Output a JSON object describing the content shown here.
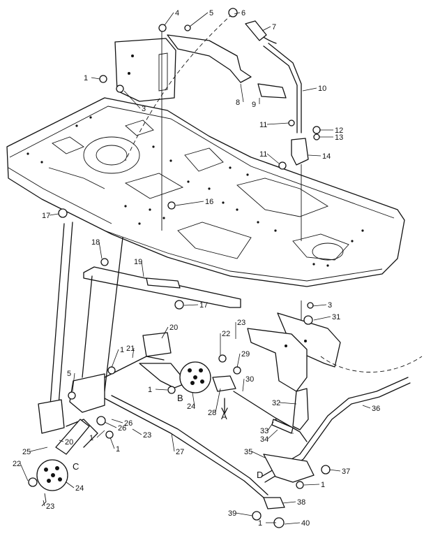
{
  "callouts": [
    "1",
    "3",
    "4",
    "5",
    "6",
    "7",
    "8",
    "9",
    "10",
    "11",
    "11",
    "12",
    "13",
    "14",
    "16",
    "17",
    "17",
    "18",
    "19",
    "20",
    "20",
    "21",
    "22",
    "22",
    "23",
    "23",
    "23",
    "24",
    "24",
    "25",
    "26",
    "26",
    "27",
    "28",
    "29",
    "30",
    "31",
    "32",
    "33",
    "34",
    "35",
    "36",
    "37",
    "38",
    "39",
    "40",
    "1",
    "1",
    "1",
    "1",
    "1",
    "3",
    "5",
    "1"
  ],
  "letters": {
    "a": "A",
    "b": "B",
    "c": "C",
    "d": "D"
  }
}
